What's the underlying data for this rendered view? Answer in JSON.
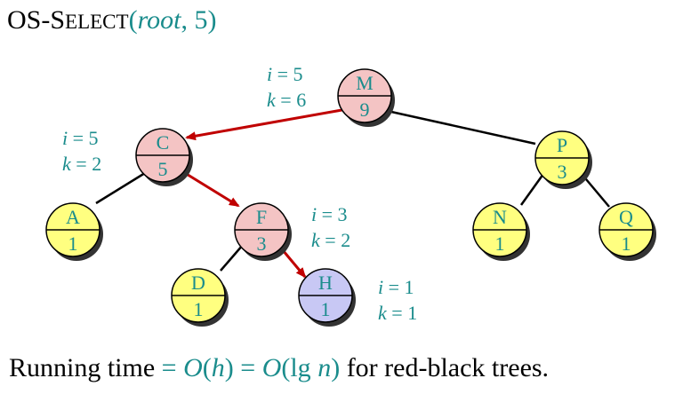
{
  "title": {
    "func_name": "OS-Select",
    "open_paren": "(",
    "arg_root": "root",
    "sep": ", ",
    "arg_i": "5",
    "close_paren": ")"
  },
  "colors": {
    "teal_text": "#1a8c8c",
    "edge_black": "#000000",
    "edge_path": "#c00000",
    "node_pink": "#f4c4c4",
    "node_yellow": "#ffff80",
    "node_blue": "#c8c8f4",
    "shadow": "#333333"
  },
  "nodes": {
    "M": {
      "key": "M",
      "size": "9",
      "color": "pink"
    },
    "C": {
      "key": "C",
      "size": "5",
      "color": "pink"
    },
    "P": {
      "key": "P",
      "size": "3",
      "color": "yellow"
    },
    "A": {
      "key": "A",
      "size": "1",
      "color": "yellow"
    },
    "F": {
      "key": "F",
      "size": "3",
      "color": "pink"
    },
    "N": {
      "key": "N",
      "size": "1",
      "color": "yellow"
    },
    "Q": {
      "key": "Q",
      "size": "1",
      "color": "yellow"
    },
    "D": {
      "key": "D",
      "size": "1",
      "color": "yellow"
    },
    "H": {
      "key": "H",
      "size": "1",
      "color": "blue"
    }
  },
  "annotations": {
    "M": {
      "i_var": "i",
      "i_val": "5",
      "k_var": "k",
      "k_val": "6"
    },
    "C": {
      "i_var": "i",
      "i_val": "5",
      "k_var": "k",
      "k_val": "2"
    },
    "F": {
      "i_var": "i",
      "i_val": "3",
      "k_var": "k",
      "k_val": "2"
    },
    "H": {
      "i_var": "i",
      "i_val": "1",
      "k_var": "k",
      "k_val": "1"
    }
  },
  "equals": " = ",
  "footer": {
    "prefix": "Running time ",
    "eq1": "= ",
    "big_o1": "O",
    "h_open": "(",
    "h_var": "h",
    "h_close": ")",
    "eq2": " = ",
    "big_o2": "O",
    "lg_open": "(lg ",
    "n_var": "n",
    "lg_close": ")",
    "suffix": " for red-black trees."
  }
}
